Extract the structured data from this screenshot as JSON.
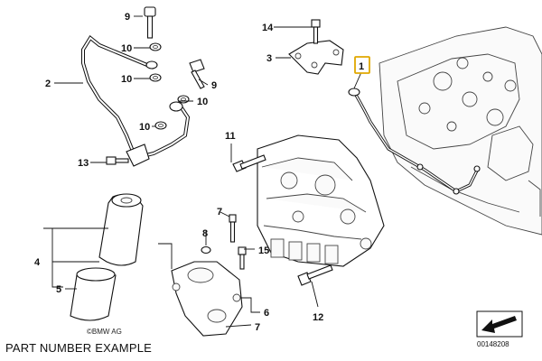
{
  "diagram": {
    "callouts": {
      "c1": "1",
      "c2": "2",
      "c3": "3",
      "c4": "4",
      "c5": "5",
      "c6": "6",
      "c7a": "7",
      "c7b": "7",
      "c8": "8",
      "c9a": "9",
      "c9b": "9",
      "c10a": "10",
      "c10b": "10",
      "c10c": "10",
      "c10d": "10",
      "c11": "11",
      "c12": "12",
      "c13": "13",
      "c14": "14",
      "c15": "15"
    },
    "highlighted_callout": "1",
    "highlight_color": "#e0a800",
    "copyright": "©BMW AG",
    "diagram_id": "00148208",
    "caption": "PART NUMBER EXAMPLE"
  }
}
